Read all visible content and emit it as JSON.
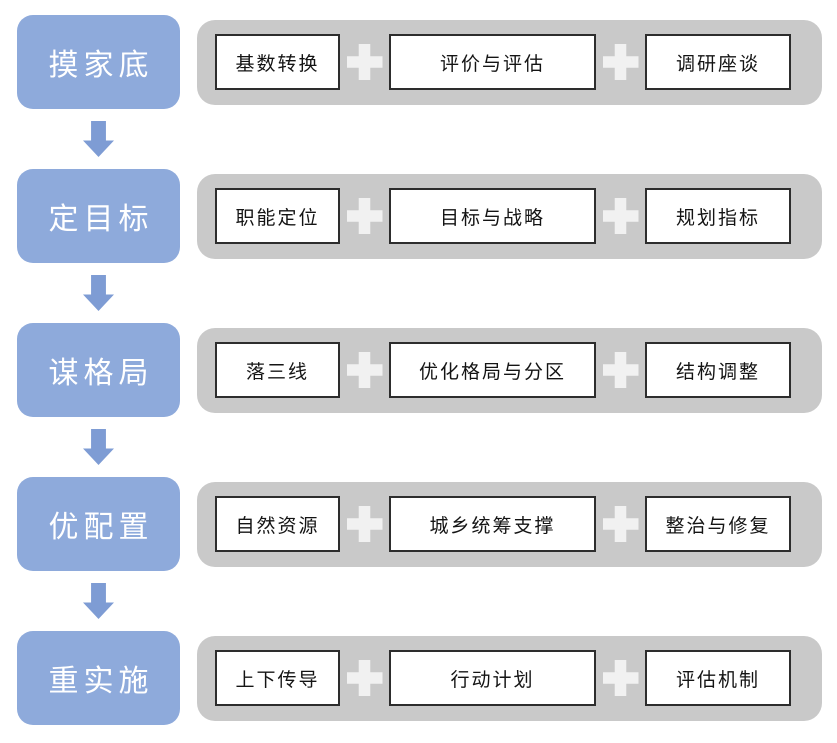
{
  "colors": {
    "stage_blue": "#8EAADB",
    "arrow_blue": "#7E9CD4",
    "bar_gray": "#C9C9C9",
    "plus_white": "#F1F1F1",
    "box_border": "#2D2D2D"
  },
  "diagram": {
    "rows": [
      {
        "stage": "摸家底",
        "items": [
          "基数转换",
          "评价与评估",
          "调研座谈"
        ]
      },
      {
        "stage": "定目标",
        "items": [
          "职能定位",
          "目标与战略",
          "规划指标"
        ]
      },
      {
        "stage": "谋格局",
        "items": [
          "落三线",
          "优化格局与分区",
          "结构调整"
        ]
      },
      {
        "stage": "优配置",
        "items": [
          "自然资源",
          "城乡统筹支撑",
          "整治与修复"
        ]
      },
      {
        "stage": "重实施",
        "items": [
          "上下传导",
          "行动计划",
          "评估机制"
        ]
      }
    ]
  }
}
